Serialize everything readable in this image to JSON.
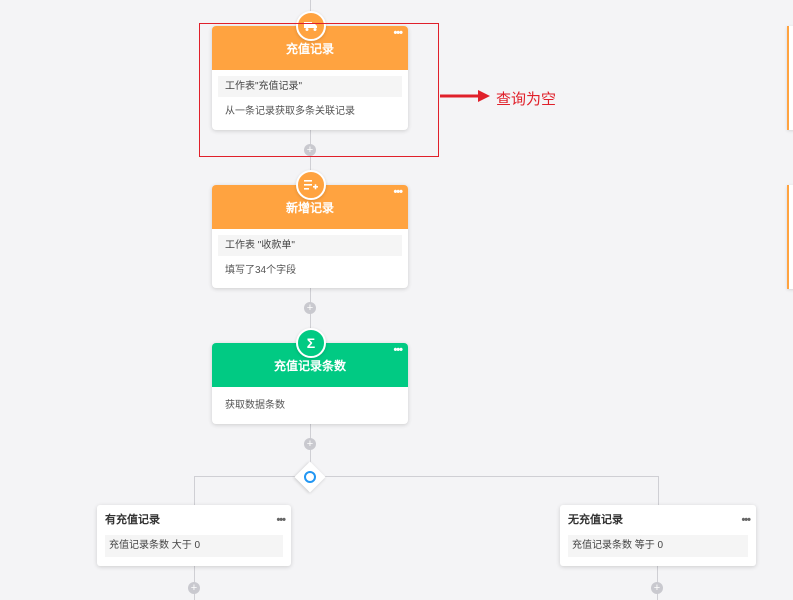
{
  "nodes": [
    {
      "title": "充值记录",
      "row1": "工作表\"充值记录\"",
      "row2": "从一条记录获取多条关联记录",
      "more": "•••"
    },
    {
      "title": "新增记录",
      "row1": "工作表 \"收款单\"",
      "row2": "填写了34个字段",
      "more": "•••"
    },
    {
      "title": "充值记录条数",
      "row2": "获取数据条数",
      "icon": "Σ",
      "more": "•••"
    }
  ],
  "branches": [
    {
      "title": "有充值记录",
      "condition": "充值记录条数  大于  0",
      "more": "•••"
    },
    {
      "title": "无充值记录",
      "condition": "充值记录条数  等于  0",
      "more": "•••"
    }
  ],
  "annotation": "查询为空",
  "plus_symbol": "+",
  "colors": {
    "orange": "#ffa340",
    "green": "#01ca83",
    "red": "#e0202a",
    "blue": "#2196f3"
  }
}
